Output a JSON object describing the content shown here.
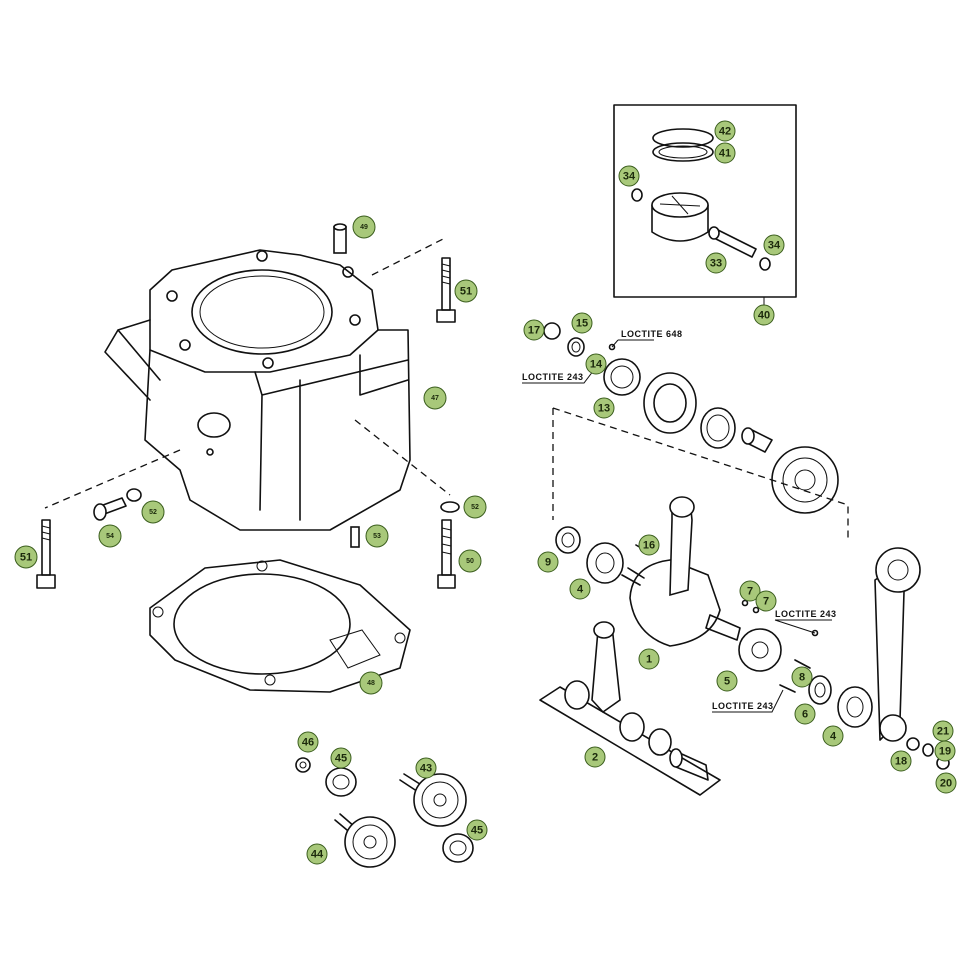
{
  "style": {
    "callout_fill": "#a8c87a",
    "callout_stroke": "#3b5e1e",
    "line_color": "#111111",
    "background": "#ffffff"
  },
  "notes": [
    {
      "id": "loctite-648",
      "text": "LOCTITE 648"
    },
    {
      "id": "loctite-243-a",
      "text": "LOCTITE 243"
    },
    {
      "id": "loctite-243-b",
      "text": "LOCTITE 243"
    },
    {
      "id": "loctite-243-c",
      "text": "LOCTITE 243"
    }
  ],
  "callouts": [
    {
      "id": "c49",
      "label": "49",
      "small": true
    },
    {
      "id": "c51a",
      "label": "51",
      "small": false
    },
    {
      "id": "c47",
      "label": "47",
      "small": true
    },
    {
      "id": "c52a",
      "label": "52",
      "small": true
    },
    {
      "id": "c54",
      "label": "54",
      "small": true
    },
    {
      "id": "c51b",
      "label": "51",
      "small": false
    },
    {
      "id": "c52b",
      "label": "52",
      "small": true
    },
    {
      "id": "c53",
      "label": "53",
      "small": true
    },
    {
      "id": "c50",
      "label": "50",
      "small": true
    },
    {
      "id": "c48",
      "label": "48",
      "small": true
    },
    {
      "id": "c46",
      "label": "46",
      "small": false
    },
    {
      "id": "c45a",
      "label": "45",
      "small": false
    },
    {
      "id": "c43",
      "label": "43",
      "small": false
    },
    {
      "id": "c45b",
      "label": "45",
      "small": false
    },
    {
      "id": "c44",
      "label": "44",
      "small": false
    },
    {
      "id": "c42",
      "label": "42",
      "small": false
    },
    {
      "id": "c41",
      "label": "41",
      "small": false
    },
    {
      "id": "c34a",
      "label": "34",
      "small": false
    },
    {
      "id": "c34b",
      "label": "34",
      "small": false
    },
    {
      "id": "c33",
      "label": "33",
      "small": false
    },
    {
      "id": "c40",
      "label": "40",
      "small": false
    },
    {
      "id": "c17",
      "label": "17",
      "small": false
    },
    {
      "id": "c15",
      "label": "15",
      "small": false
    },
    {
      "id": "c14",
      "label": "14",
      "small": false
    },
    {
      "id": "c13",
      "label": "13",
      "small": false
    },
    {
      "id": "c16",
      "label": "16",
      "small": false
    },
    {
      "id": "c9",
      "label": "9",
      "small": false
    },
    {
      "id": "c4a",
      "label": "4",
      "small": false
    },
    {
      "id": "c7a",
      "label": "7",
      "small": false
    },
    {
      "id": "c7b",
      "label": "7",
      "small": false
    },
    {
      "id": "c1",
      "label": "1",
      "small": false
    },
    {
      "id": "c5",
      "label": "5",
      "small": false
    },
    {
      "id": "c8",
      "label": "8",
      "small": false
    },
    {
      "id": "c6",
      "label": "6",
      "small": false
    },
    {
      "id": "c4b",
      "label": "4",
      "small": false
    },
    {
      "id": "c2",
      "label": "2",
      "small": false
    },
    {
      "id": "c21",
      "label": "21",
      "small": false
    },
    {
      "id": "c19",
      "label": "19",
      "small": false
    },
    {
      "id": "c18",
      "label": "18",
      "small": false
    },
    {
      "id": "c20",
      "label": "20",
      "small": false
    }
  ]
}
